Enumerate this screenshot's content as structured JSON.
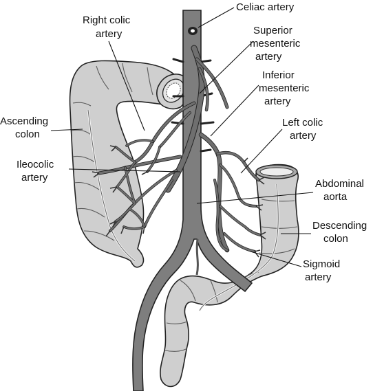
{
  "labels": {
    "celiac_artery": "Celiac artery",
    "right_colic_artery": [
      "Right colic",
      "artery"
    ],
    "superior_mesenteric_artery": [
      "Superior",
      "mesenteric",
      "artery"
    ],
    "inferior_mesenteric_artery": [
      "Inferior",
      "mesenteric",
      "artery"
    ],
    "ascending_colon": [
      "Ascending",
      "colon"
    ],
    "left_colic_artery": [
      "Left colic",
      "artery"
    ],
    "ileocolic_artery": [
      "Ileocolic",
      "artery"
    ],
    "abdominal_aorta": [
      "Abdominal",
      "aorta"
    ],
    "descending_colon": [
      "Descending",
      "colon"
    ],
    "sigmoid_artery": [
      "Sigmoid",
      "artery"
    ]
  }
}
